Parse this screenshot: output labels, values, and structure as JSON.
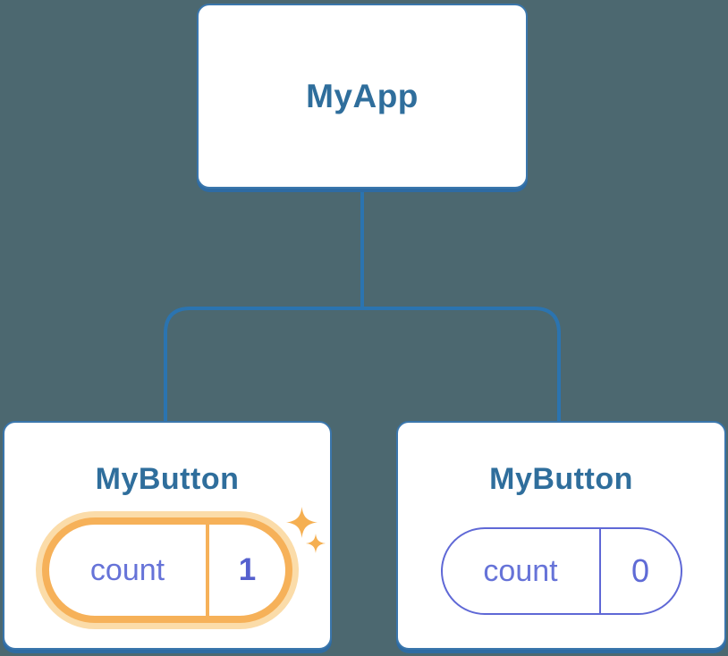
{
  "diagram": {
    "description": "React component tree showing isolated state",
    "root": {
      "label": "MyApp"
    },
    "children": [
      {
        "label": "MyButton",
        "state_key": "count",
        "state_value": "1",
        "highlighted": true
      },
      {
        "label": "MyButton",
        "state_key": "count",
        "state_value": "0",
        "highlighted": false
      }
    ]
  },
  "colors": {
    "background": "#4C6870",
    "card_background": "#FFFFFF",
    "card_border": "#3A76AC",
    "card_shadow": "#2E6BA3",
    "connector_line": "#2B74B0",
    "title_text": "#2F6E9C",
    "state_key_text": "#6673D8",
    "state_value_highlight_text": "#5560CE",
    "state_value_plain_text": "#5F6BD6",
    "pill_plain_border": "#5F68D6",
    "highlight_ring": "#F6B159",
    "highlight_halo": "#FBDCA9",
    "sparkle": "#F5AF51"
  }
}
